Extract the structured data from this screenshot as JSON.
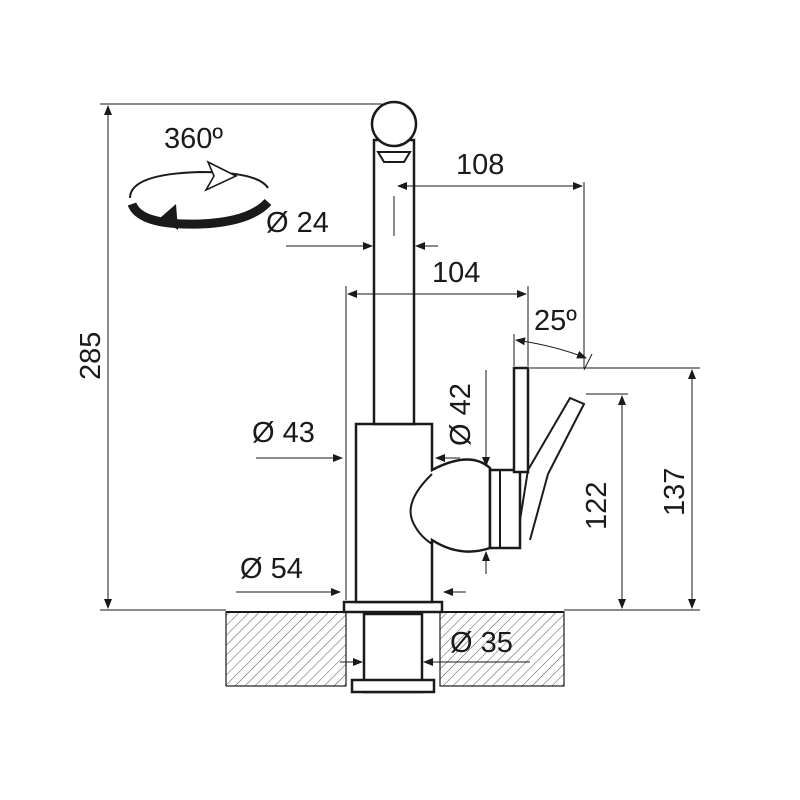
{
  "dimensions": {
    "rotation": "360º",
    "total_height": "285",
    "reach_spout": "108",
    "spout_diameter": "Ø 24",
    "reach_body": "104",
    "handle_angle": "25º",
    "handle_diameter": "Ø 42",
    "body_diameter": "Ø 43",
    "base_diameter": "Ø 54",
    "hole_diameter": "Ø 35",
    "handle_height_low": "122",
    "handle_height_high": "137"
  },
  "colors": {
    "line": "#1a1a1a",
    "background": "#ffffff"
  }
}
